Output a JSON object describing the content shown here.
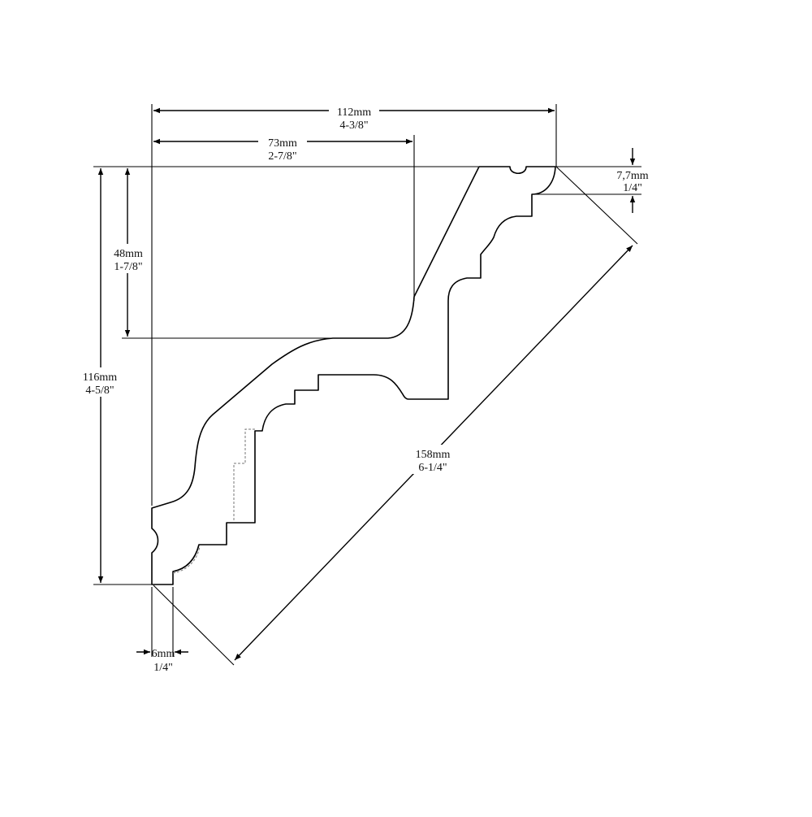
{
  "dimensions": {
    "overall_width": {
      "metric": "112mm",
      "imperial": "4-3/8\""
    },
    "back_width": {
      "metric": "73mm",
      "imperial": "2-7/8\""
    },
    "top_flat": {
      "metric": "7,7mm",
      "imperial": "1/4\""
    },
    "back_height": {
      "metric": "48mm",
      "imperial": "1-7/8\""
    },
    "overall_height": {
      "metric": "116mm",
      "imperial": "4-5/8\""
    },
    "face": {
      "metric": "158mm",
      "imperial": "6-1/4\""
    },
    "bottom_flat": {
      "metric": "6mm",
      "imperial": "1/4\""
    }
  }
}
